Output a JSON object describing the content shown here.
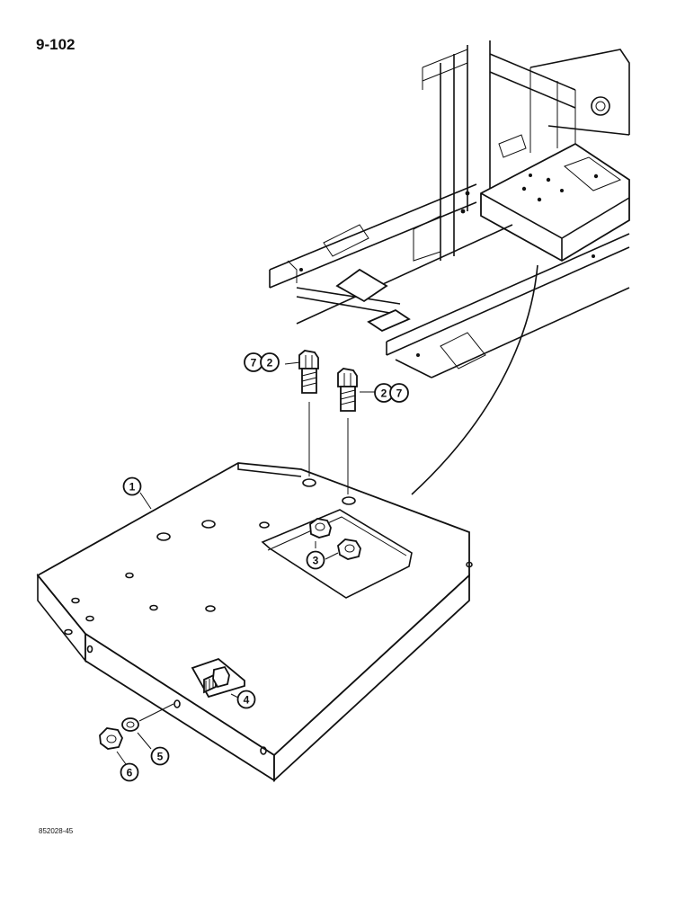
{
  "page": {
    "number": "9-102",
    "drawing_code": "852028-45"
  },
  "colors": {
    "ink": "#111111",
    "paper": "#ffffff"
  },
  "callouts": [
    {
      "id": "c1",
      "label": "1"
    },
    {
      "id": "c7a",
      "label": "7"
    },
    {
      "id": "c2a",
      "label": "2"
    },
    {
      "id": "c2b",
      "label": "2"
    },
    {
      "id": "c7b",
      "label": "7"
    },
    {
      "id": "c3",
      "label": "3"
    },
    {
      "id": "c4",
      "label": "4"
    },
    {
      "id": "c5",
      "label": "5"
    },
    {
      "id": "c6",
      "label": "6"
    }
  ]
}
